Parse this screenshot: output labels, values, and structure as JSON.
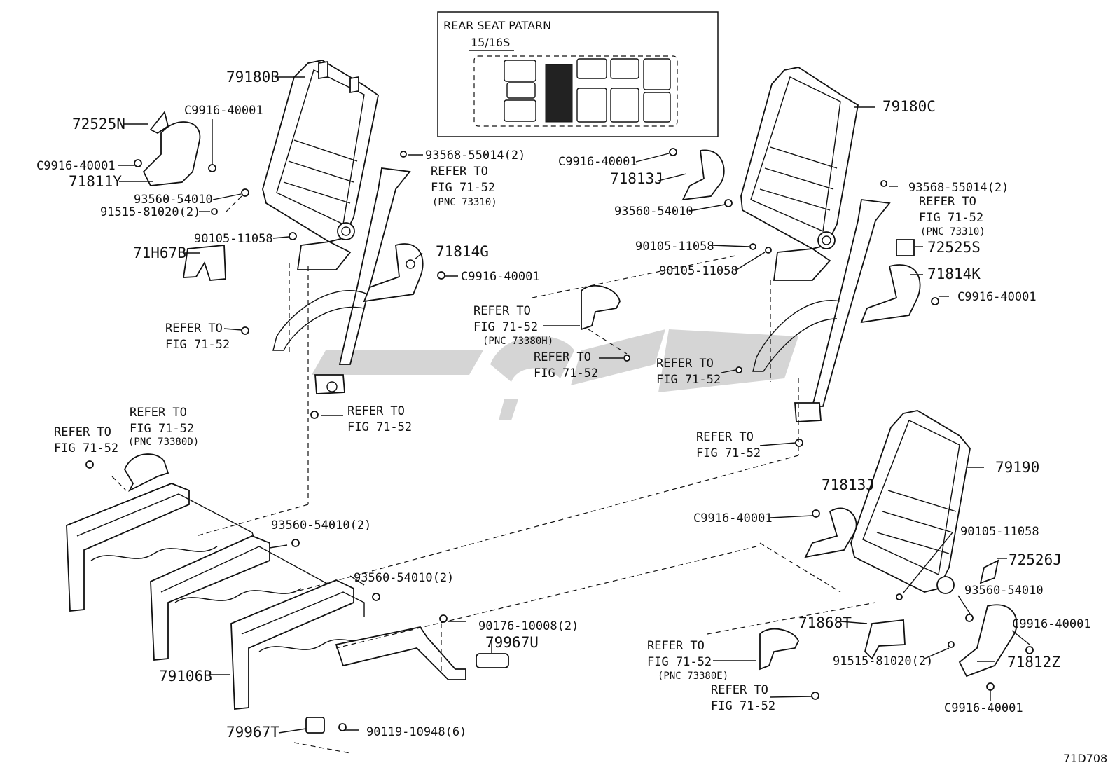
{
  "pattern_box": {
    "title": "REAR SEAT PATARN",
    "subtitle": "15/16S"
  },
  "diagram_code": "71D708",
  "watermark_text": "",
  "labels": {
    "p79180B": "79180B",
    "p72525N": "72525N",
    "c1": "C9916-40001",
    "c2": "C9916-40001",
    "p71811Y": "71811Y",
    "b1": "93560-54010",
    "b2": "91515-81020(2)",
    "b3": "90105-11058",
    "p71H67B": "71H67B",
    "s1": "93568-55014(2)",
    "r1a": "REFER TO",
    "r1b": "FIG 71-52",
    "r1c": "(PNC 73310)",
    "p71814G": "71814G",
    "c3": "C9916-40001",
    "r2a": "REFER TO",
    "r2b": "FIG 71-52",
    "r3a": "REFER TO",
    "r3b": "FIG 71-52",
    "r4a": "REFER TO",
    "r4b": "FIG 71-52",
    "r4c": "(PNC 73380D)",
    "r5a": "REFER TO",
    "r5b": "FIG 71-52",
    "b4": "93560-54010(2)",
    "b5": "93560-54010(2)",
    "p79106B": "79106B",
    "b6": "90176-10008(2)",
    "p79967U": "79967U",
    "p79967T": "79967T",
    "b7": "90119-10948(6)",
    "p79180C": "79180C",
    "c4": "C9916-40001",
    "p71813J_a": "71813J",
    "b8": "93560-54010",
    "s2": "93568-55014(2)",
    "r6a": "REFER TO",
    "r6b": "FIG 71-52",
    "r6c": "(PNC 73310)",
    "p72525S": "72525S",
    "b9": "90105-11058",
    "b10": "90105-11058",
    "p71814K": "71814K",
    "c5": "C9916-40001",
    "r7a": "REFER TO",
    "r7b": "FIG 71-52",
    "r7c": "(PNC 73380H)",
    "r8a": "REFER TO",
    "r8b": "FIG 71-52",
    "r9a": "REFER TO",
    "r9b": "FIG 71-52",
    "r10a": "REFER TO",
    "r10b": "FIG 71-52",
    "p79190": "79190",
    "p71813J_b": "71813J",
    "c6": "C9916-40001",
    "b11": "90105-11058",
    "p72526J": "72526J",
    "b12": "93560-54010",
    "p71868T": "71868T",
    "c7": "C9916-40001",
    "b13": "91515-81020(2)",
    "p71812Z": "71812Z",
    "r11a": "REFER TO",
    "r11b": "FIG 71-52",
    "r11c": "(PNC 73380E)",
    "r12a": "REFER TO",
    "r12b": "FIG 71-52",
    "c8": "C9916-40001"
  }
}
